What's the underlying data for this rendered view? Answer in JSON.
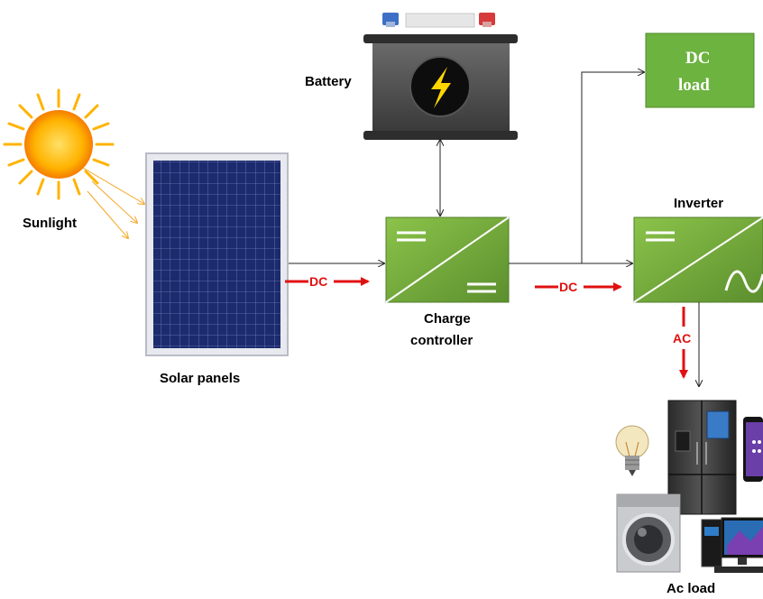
{
  "labels": {
    "sunlight": "Sunlight",
    "solar_panels": "Solar panels",
    "battery": "Battery",
    "charge_controller_line1": "Charge",
    "charge_controller_line2": "controller",
    "inverter": "Inverter",
    "dc_load_line1": "DC",
    "dc_load_line2": "load",
    "ac_load": "Ac load",
    "dc_flow_1": "DC",
    "dc_flow_2": "DC",
    "ac_flow": "AC"
  },
  "icons": [
    "sun-icon",
    "solar-panel-icon",
    "battery-icon",
    "lightning-bolt-icon",
    "light-bulb-icon",
    "refrigerator-icon",
    "smartphone-icon",
    "washing-machine-icon",
    "desktop-computer-icon",
    "sine-wave-icon"
  ],
  "colors": {
    "converter_green": "#7cb342",
    "converter_green_dark": "#4f7d27",
    "flow_red": "#e01010",
    "panel_blue": "#1a2a6b",
    "sun_yellow": "#ffc107",
    "sun_ray": "#f5a623"
  }
}
